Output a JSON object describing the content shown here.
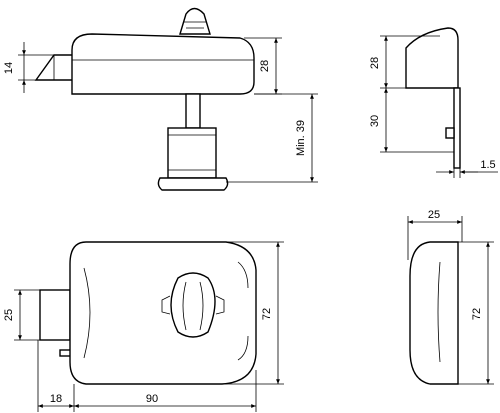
{
  "dimensions": {
    "bolt_height": "14",
    "case_height_side": "28",
    "cylinder_length": "Min. 39",
    "side_top_height": "28",
    "side_lower_height": "30",
    "plate_thickness": "1.5",
    "side_depth": "25",
    "side_height": "72",
    "bolt_width": "25",
    "front_height": "72",
    "bolt_projection": "18",
    "case_width": "90"
  }
}
